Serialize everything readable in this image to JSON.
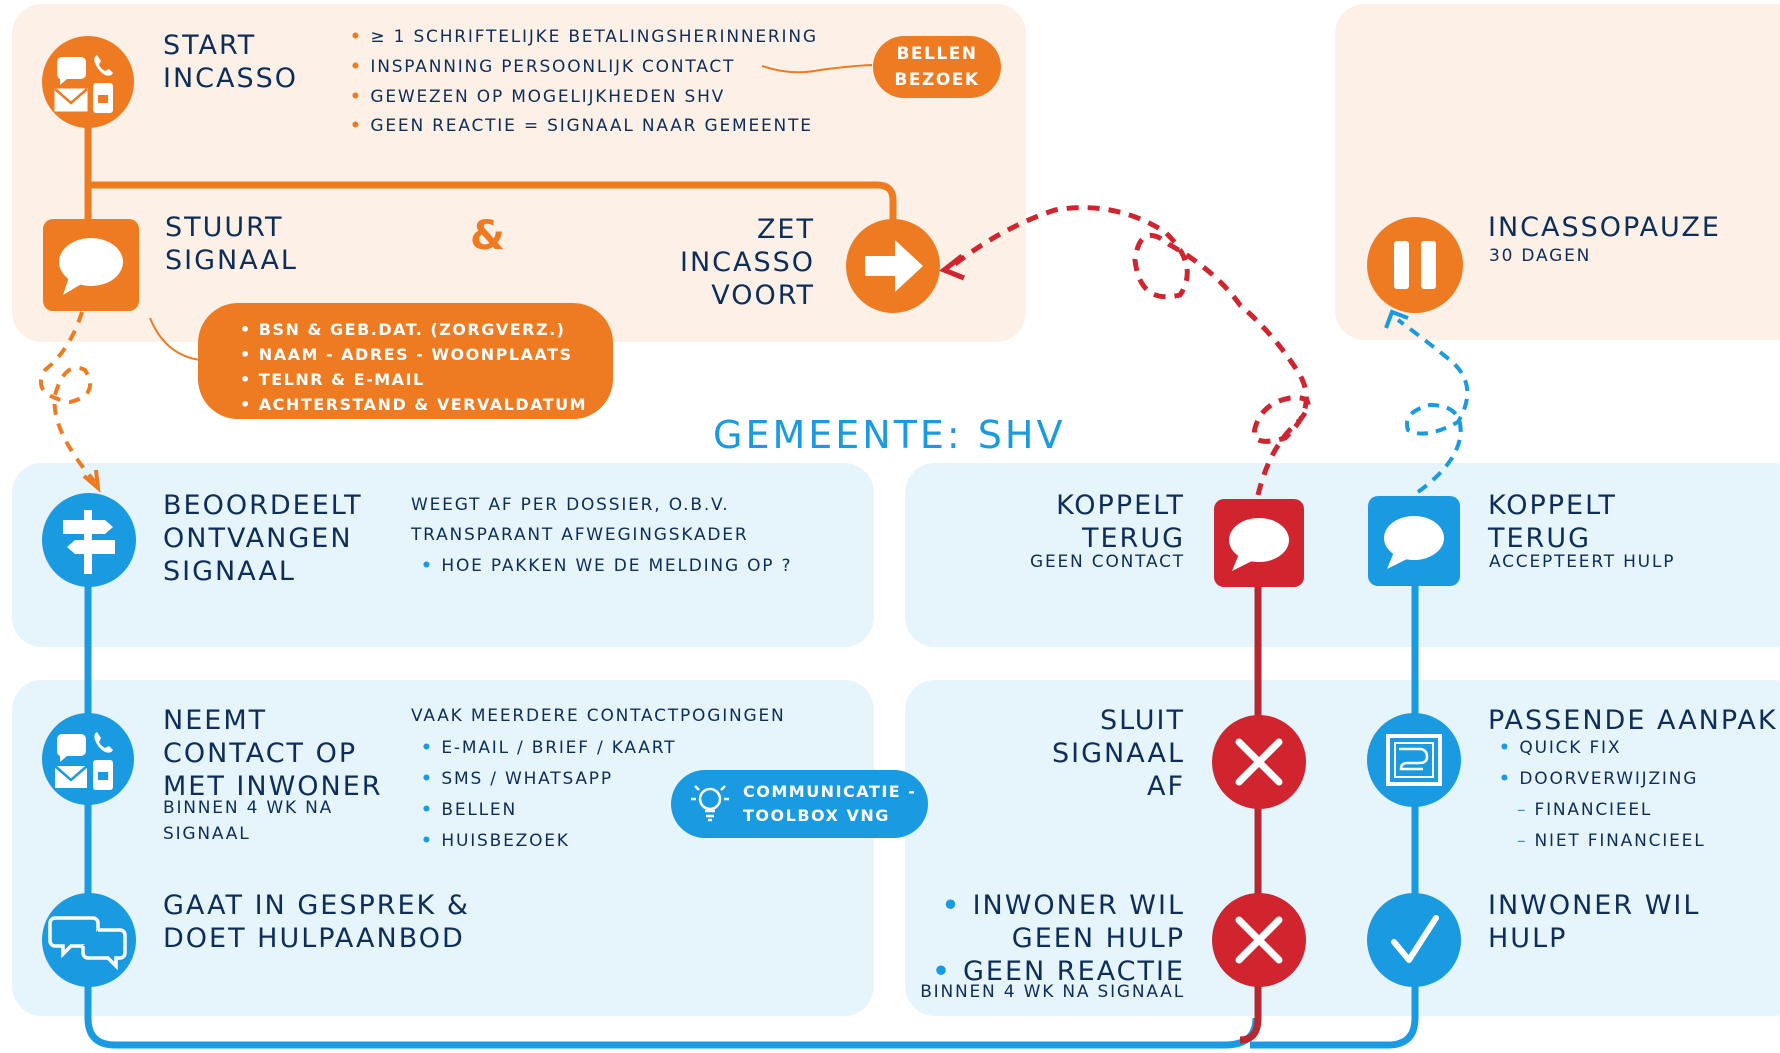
{
  "colors": {
    "orange": "#ee7b22",
    "blue": "#1a9ae0",
    "red": "#d0242f",
    "dark_red": "#b7272f",
    "ink": "#0d2d5b",
    "orange_bg": "#fdf0e6",
    "blue_bg": "#e6f4fb"
  },
  "section_title": "GEMEENTE: SHV",
  "start": {
    "title": "START INCASSO",
    "bullets": [
      "≥ 1 schriftelijke betalingsherinnering",
      "inspanning persoonlijk contact",
      "gewezen op mogelijkheden SHV",
      "geen reactie = signaal naar gemeente"
    ],
    "pill": "BELLEN BEZOEK"
  },
  "signal": {
    "title": "STUURT SIGNAAL",
    "ampersand": "&",
    "data_bullets": [
      "BSN & GEB.DAT. (ZORGVERZ.)",
      "NAAM - ADRES - WOONPLAATS",
      "TELNR & E-MAIL",
      "ACHTERSTAND & VERVALDATUM"
    ]
  },
  "continue": {
    "title": "ZET INCASSO VOORT"
  },
  "pause": {
    "title": "INCASSOPAUZE",
    "sub": "30 dagen"
  },
  "assess": {
    "title": "BEOORDEELT ONTVANGEN SIGNAAL",
    "desc": "Weegt af per dossier, o.b.v. transparant afwegingskader",
    "bullet": "Hoe pakken we de melding op ?"
  },
  "contact": {
    "title": "NEEMT CONTACT OP MET INWONER",
    "sub": "binnen 4 wk na signaal",
    "desc": "vaak meerdere contactpogingen",
    "bullets": [
      "E-mail / brief / kaart",
      "SMS / WhatsApp",
      "bellen",
      "huisbezoek"
    ],
    "toolbox": "COMMUNICATIE - TOOLBOX VNG"
  },
  "talk": {
    "title": "GAAT IN GESPREK & DOET HULPAANBOD"
  },
  "feedback_no": {
    "title": "KOPPELT TERUG",
    "sub": "geen contact"
  },
  "close": {
    "title": "SLUIT SIGNAAL AF"
  },
  "no_help": {
    "bullets": [
      "INWONER WIL GEEN HULP",
      "GEEN REACTIE"
    ],
    "sub": "binnen 4 wk na signaal"
  },
  "feedback_yes": {
    "title": "KOPPELT TERUG",
    "sub": "accepteert hulp"
  },
  "approach": {
    "title": "PASSENDE AANPAK",
    "bullets": [
      "quick fix",
      "doorverwijzing"
    ],
    "sub_items": [
      "financieel",
      "niet financieel"
    ]
  },
  "wants_help": {
    "title": "INWONER WIL HULP"
  }
}
